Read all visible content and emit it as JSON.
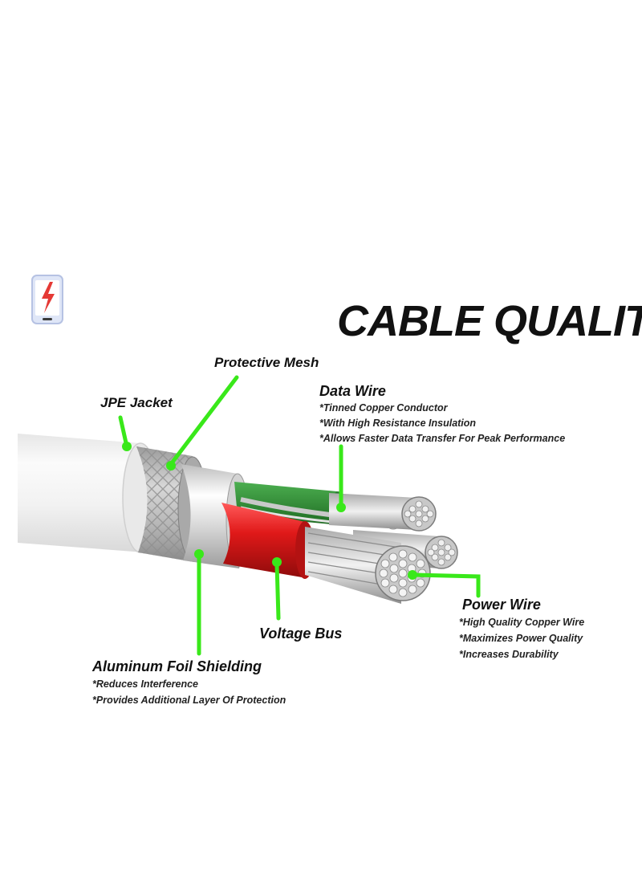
{
  "title": "CABLE QUALITY",
  "accent_color": "#39e81a",
  "logo": {
    "icon": "phone-charging-icon"
  },
  "labels": {
    "protective_mesh": {
      "title": "Protective Mesh"
    },
    "jpe_jacket": {
      "title": "JPE Jacket"
    },
    "data_wire": {
      "title": "Data Wire",
      "bullets": [
        "*Tinned Copper Conductor",
        "*With High Resistance Insulation",
        "*Allows Faster Data Transfer For Peak Performance"
      ]
    },
    "power_wire": {
      "title": "Power Wire",
      "bullets": [
        "*High Quality Copper Wire",
        "*Maximizes Power Quality",
        "*Increases Durability"
      ]
    },
    "voltage_bus": {
      "title": "Voltage Bus"
    },
    "aluminum_foil": {
      "title": "Aluminum Foil Shielding",
      "bullets": [
        "*Reduces Interference",
        "*Provides Additional Layer Of Protection"
      ]
    }
  }
}
